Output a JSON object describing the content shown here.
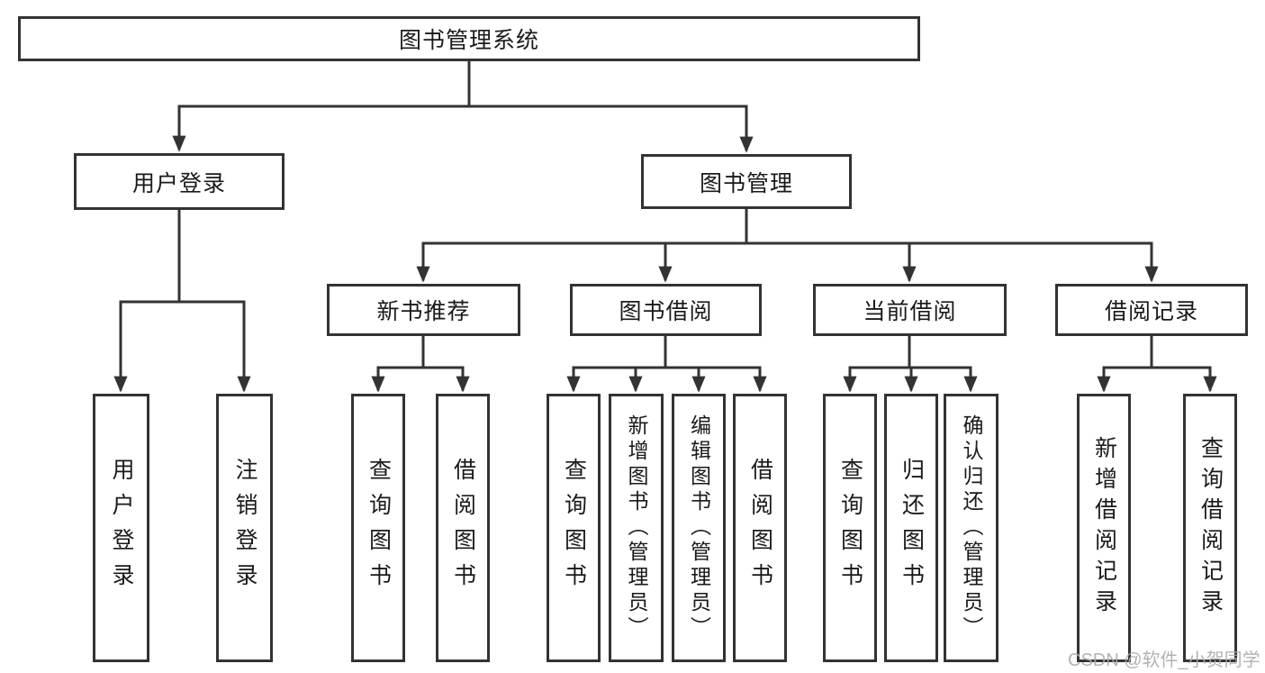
{
  "diagram_type": "hierarchy-tree",
  "colors": {
    "line": "#333333",
    "box_border": "#333333",
    "box_fill": "#ffffff",
    "text": "#1a1a1a",
    "watermark": "#ababab"
  },
  "nodes": {
    "root": "图书管理系统",
    "user_login": "用户登录",
    "book_mgmt": "图书管理",
    "new_books": "新书推荐",
    "book_borrow": "图书借阅",
    "current_borrow": "当前借阅",
    "borrow_records": "借阅记录",
    "leaf_user_login": "用户登录",
    "leaf_logout": "注销登录",
    "nb_query_books": "查询图书",
    "nb_borrow_books": "借阅图书",
    "bb_query_books": "查询图书",
    "bb_add_books": "新增图书（管理员）",
    "bb_edit_books": "编辑图书（管理员）",
    "bb_borrow_books": "借阅图书",
    "cb_query_books": "查询图书",
    "cb_return_books": "归还图书",
    "cb_confirm_return": "确认归还（管理员）",
    "br_add_record": "新增借阅记录",
    "br_query_record": "查询借阅记录"
  },
  "hierarchy": {
    "图书管理系统": {
      "用户登录": [
        "用户登录",
        "注销登录"
      ],
      "图书管理": {
        "新书推荐": [
          "查询图书",
          "借阅图书"
        ],
        "图书借阅": [
          "查询图书",
          "新增图书（管理员）",
          "编辑图书（管理员）",
          "借阅图书"
        ],
        "当前借阅": [
          "查询图书",
          "归还图书",
          "确认归还（管理员）"
        ],
        "借阅记录": [
          "新增借阅记录",
          "查询借阅记录"
        ]
      }
    }
  },
  "watermark": "CSDN @软件_小贺同学"
}
